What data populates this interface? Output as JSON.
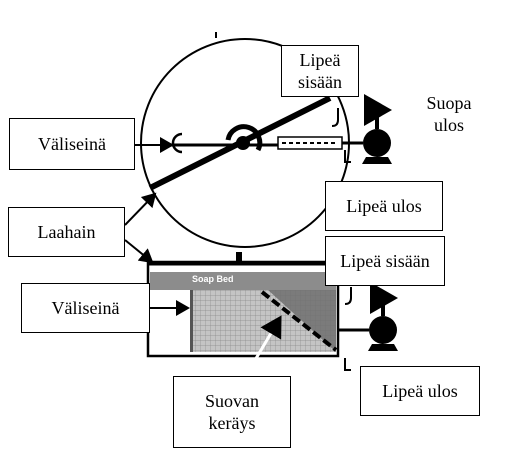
{
  "labels": {
    "valiseina_top": "Väliseinä",
    "laahain": "Laahain",
    "valiseina_bottom": "Väliseinä",
    "lipea_sisaan_top": "Lipeä\nsisään",
    "suopa_ulos": "Suopa\nulos",
    "lipea_ulos_top": "Lipeä ulos",
    "lipea_sisaan_bottom": "Lipeä sisään",
    "suovan_keraus": "Suovan\nkeräys",
    "lipea_ulos_bottom": "Lipeä ulos",
    "soap_bed": "Soap Bed"
  },
  "colors": {
    "line": "#000000",
    "bed_fill": "#b9b9b9",
    "bed_dark": "#6e6e6e",
    "bed_grid": "#8a8a8a"
  }
}
